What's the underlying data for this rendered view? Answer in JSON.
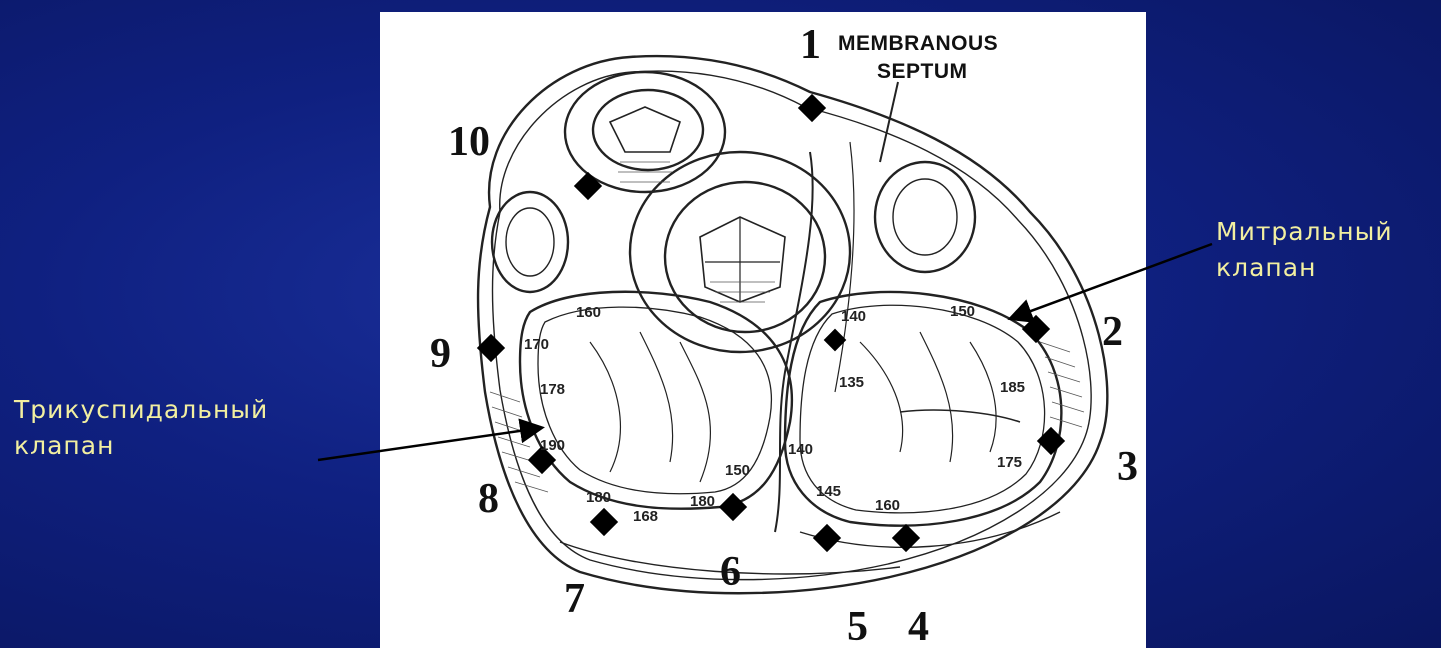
{
  "labels": {
    "tricuspid": [
      "Трикуспидальный",
      "клапан"
    ],
    "mitral": [
      "Митральный",
      "клапан"
    ],
    "membranous_septum": [
      "MEMBRANOUS",
      "SEPTUM"
    ]
  },
  "numbers": [
    "1",
    "2",
    "3",
    "4",
    "5",
    "6",
    "7",
    "8",
    "9",
    "10"
  ],
  "measurements": [
    "160",
    "170",
    "178",
    "190",
    "180",
    "168",
    "180",
    "150",
    "140",
    "145",
    "160",
    "175",
    "185",
    "150",
    "140",
    "135"
  ],
  "colors": {
    "background": "#0f2080",
    "label_text": "#f2efa0",
    "panel": "#ffffff",
    "ink": "#111111"
  }
}
